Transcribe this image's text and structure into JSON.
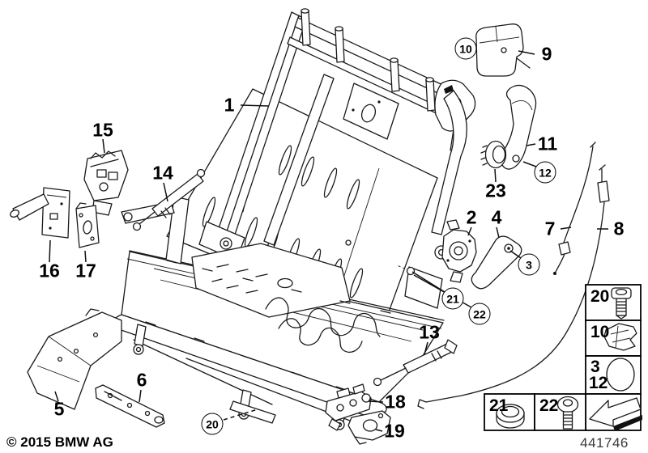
{
  "document": {
    "type": "parts-diagram",
    "subject": "rear seat frame exploded drawing"
  },
  "callouts": {
    "n1": {
      "label": "1"
    },
    "n2": {
      "label": "2"
    },
    "n4": {
      "label": "4"
    },
    "n5": {
      "label": "5"
    },
    "n6": {
      "label": "6"
    },
    "n7": {
      "label": "7"
    },
    "n8": {
      "label": "8"
    },
    "n9": {
      "label": "9"
    },
    "n11": {
      "label": "11"
    },
    "n13": {
      "label": "13"
    },
    "n14": {
      "label": "14"
    },
    "n15": {
      "label": "15"
    },
    "n16": {
      "label": "16"
    },
    "n17": {
      "label": "17"
    },
    "n18": {
      "label": "18"
    },
    "n19": {
      "label": "19"
    },
    "n23": {
      "label": "23"
    },
    "c3": {
      "label": "3"
    },
    "c10": {
      "label": "10"
    },
    "c12": {
      "label": "12"
    },
    "c20": {
      "label": "20"
    },
    "c21": {
      "label": "21"
    },
    "c22": {
      "label": "22"
    }
  },
  "legend": {
    "cells": {
      "c20": "20",
      "c10": "10",
      "c3": "3",
      "c12": "12",
      "c21": "21",
      "c22": "22"
    },
    "icons": {
      "c20": "socket-head-screw-icon",
      "c10": "retaining-clip-icon",
      "c3_12": "cover-cap-icon",
      "c21": "grommet-icon",
      "c22": "round-head-screw-icon",
      "arrow": "direction-arrow-icon"
    }
  },
  "footer": {
    "copyright": "© 2015 BMW AG",
    "drawing_number": "441746"
  }
}
